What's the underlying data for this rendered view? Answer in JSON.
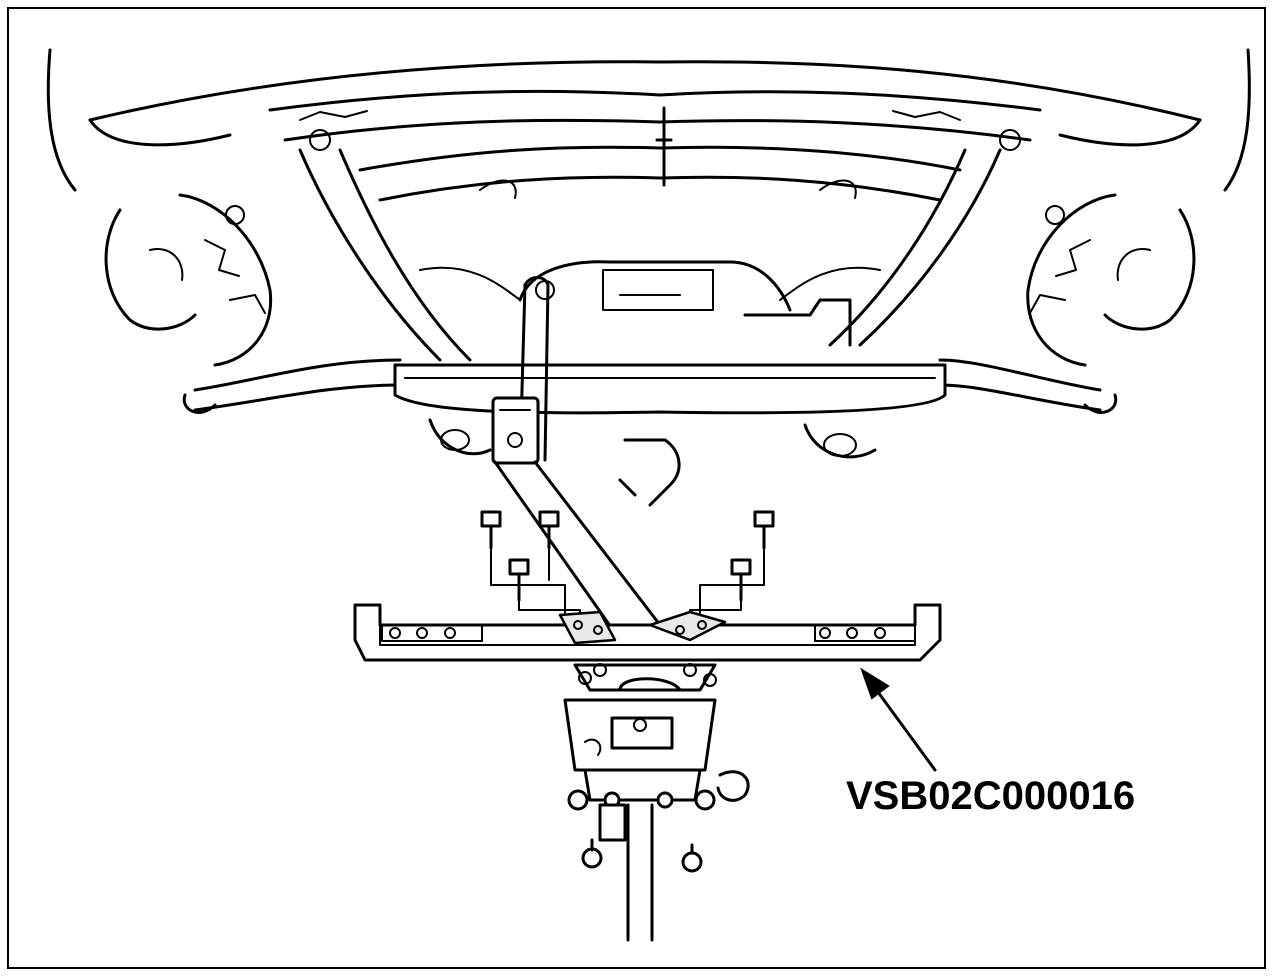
{
  "diagram": {
    "callout_label": "VSB02C000016",
    "colors": {
      "line": "#000000",
      "background": "#ffffff",
      "shade": "#e8e8e8"
    },
    "parts": [
      "rear-bumper-frame",
      "suspension-crossmember",
      "lower-arms",
      "knuckle-left",
      "knuckle-right",
      "support-bracket",
      "mounting-bolts",
      "transmission-jack"
    ]
  }
}
